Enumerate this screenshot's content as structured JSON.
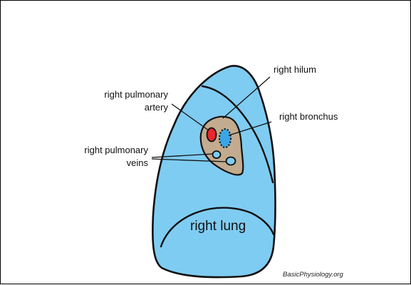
{
  "colors": {
    "lung": "#7fccf2",
    "outline": "#111111",
    "hilum": "#c2ab8f",
    "artery": "#e8262e",
    "bronchus": "#3aa6e6",
    "veins": "#7fccf2"
  },
  "labels": {
    "hilum": "right hilum",
    "artery_line1": "right pulmonary",
    "artery_line2": "artery",
    "bronchus": "right bronchus",
    "veins_line1": "right pulmonary",
    "veins_line2": "veins",
    "lung": "right lung"
  },
  "credit": "BasicPhysiology.org"
}
